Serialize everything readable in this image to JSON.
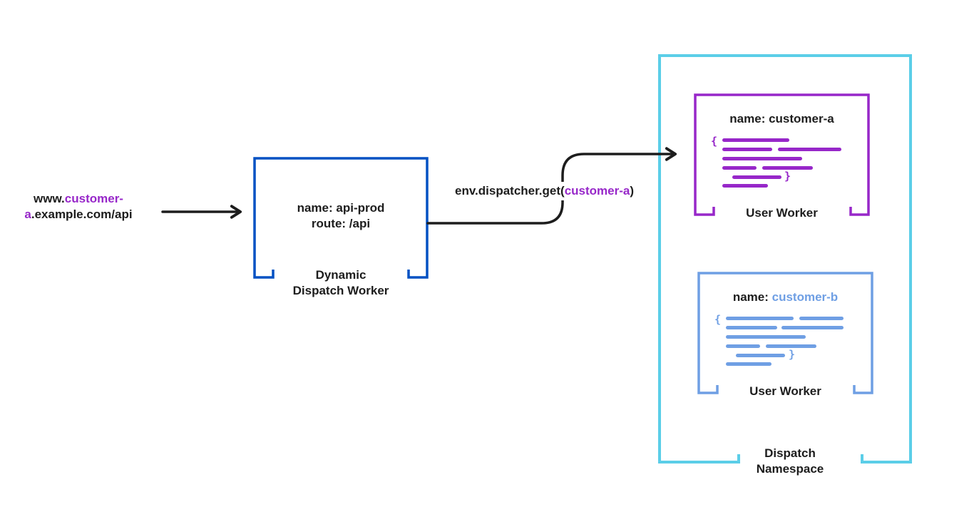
{
  "url": {
    "line1_prefix": "www.",
    "line1_highlight": "customer-",
    "line2_highlight": "a",
    "line2_suffix": ".example.com/api"
  },
  "dispatch_worker": {
    "name_line": "name: api-prod",
    "route_line": "route: /api",
    "caption_line1": "Dynamic",
    "caption_line2": "Dispatch Worker"
  },
  "dispatcher_call": {
    "prefix": "env.dispatcher.get(",
    "arg": "customer-a",
    "suffix": ")"
  },
  "user_worker_a": {
    "name_label": "name: customer-a",
    "caption": "User Worker",
    "open_brace": "{",
    "close_brace": "}"
  },
  "user_worker_b": {
    "name_prefix": "name: ",
    "name_highlight": "customer-b",
    "caption": "User Worker",
    "open_brace": "{",
    "close_brace": "}"
  },
  "namespace": {
    "caption_line1": "Dispatch",
    "caption_line2": "Namespace"
  },
  "colors": {
    "purple": "#9727C9",
    "blue": "#0051C3",
    "lightblue": "#6F9FE4",
    "cyan": "#5BCEE8",
    "ink": "#1D1D1D"
  }
}
